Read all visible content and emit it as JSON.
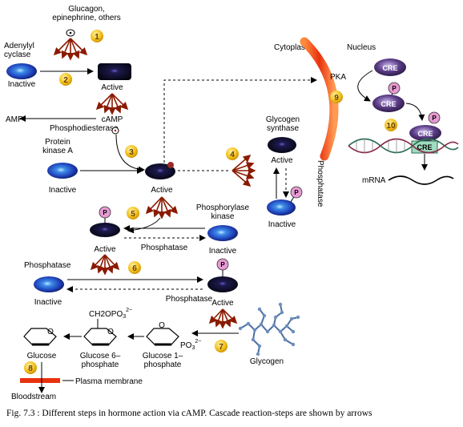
{
  "labels": {
    "hormones": "Glucagon,\nepinephrine, others",
    "adenylyl_cyclase": "Adenylyl\ncyclase",
    "inactive": "Inactive",
    "active": "Active",
    "camp": "cAMP",
    "amp": "AMP",
    "phosphodiesterase": "Phosphodiesterase",
    "protein_kinase_a": "Protein\nkinase A",
    "cytoplasm": "Cytoplasm",
    "nucleus": "Nucleus",
    "pka": "PKA",
    "cre": "CRE",
    "creb_partial": "CRE",
    "mrna": "mRNA",
    "glycogen_synthase": "Glycogen\nsynthase",
    "phosphatase": "Phosphatase",
    "phosphorylase_kinase": "Phosphorylase\nkinase",
    "glycogen": "Glycogen",
    "glucose": "Glucose",
    "glucose6p": "Glucose 6–\nphosphate",
    "glucose1p": "Glucose 1–\nphosphate",
    "ch2opo3": "CH2OPO",
    "po3": "PO",
    "charge": "2−",
    "sub3": "3",
    "plasma_membrane": "Plasma membrane",
    "bloodstream": "Bloodstream",
    "o": "O",
    "p": "P"
  },
  "steps": [
    "1",
    "2",
    "3",
    "4",
    "5",
    "6",
    "7",
    "8",
    "9",
    "10"
  ],
  "caption": "Fig. 7.3 : Different steps in hormone action via cAMP. Cascade reaction-steps are shown by arrows",
  "colors": {
    "enzyme_blue": "#1f3fb8",
    "enzyme_dark": "#0a0a2a",
    "step_circle": "#f2c21b",
    "cascade_arrow": "#8b1a00",
    "nuclear_membrane": "#f25a1f",
    "p_circle": "#e79ad3",
    "creb_purple": "#5a3c86",
    "cre_green": "#9fdcc0"
  }
}
